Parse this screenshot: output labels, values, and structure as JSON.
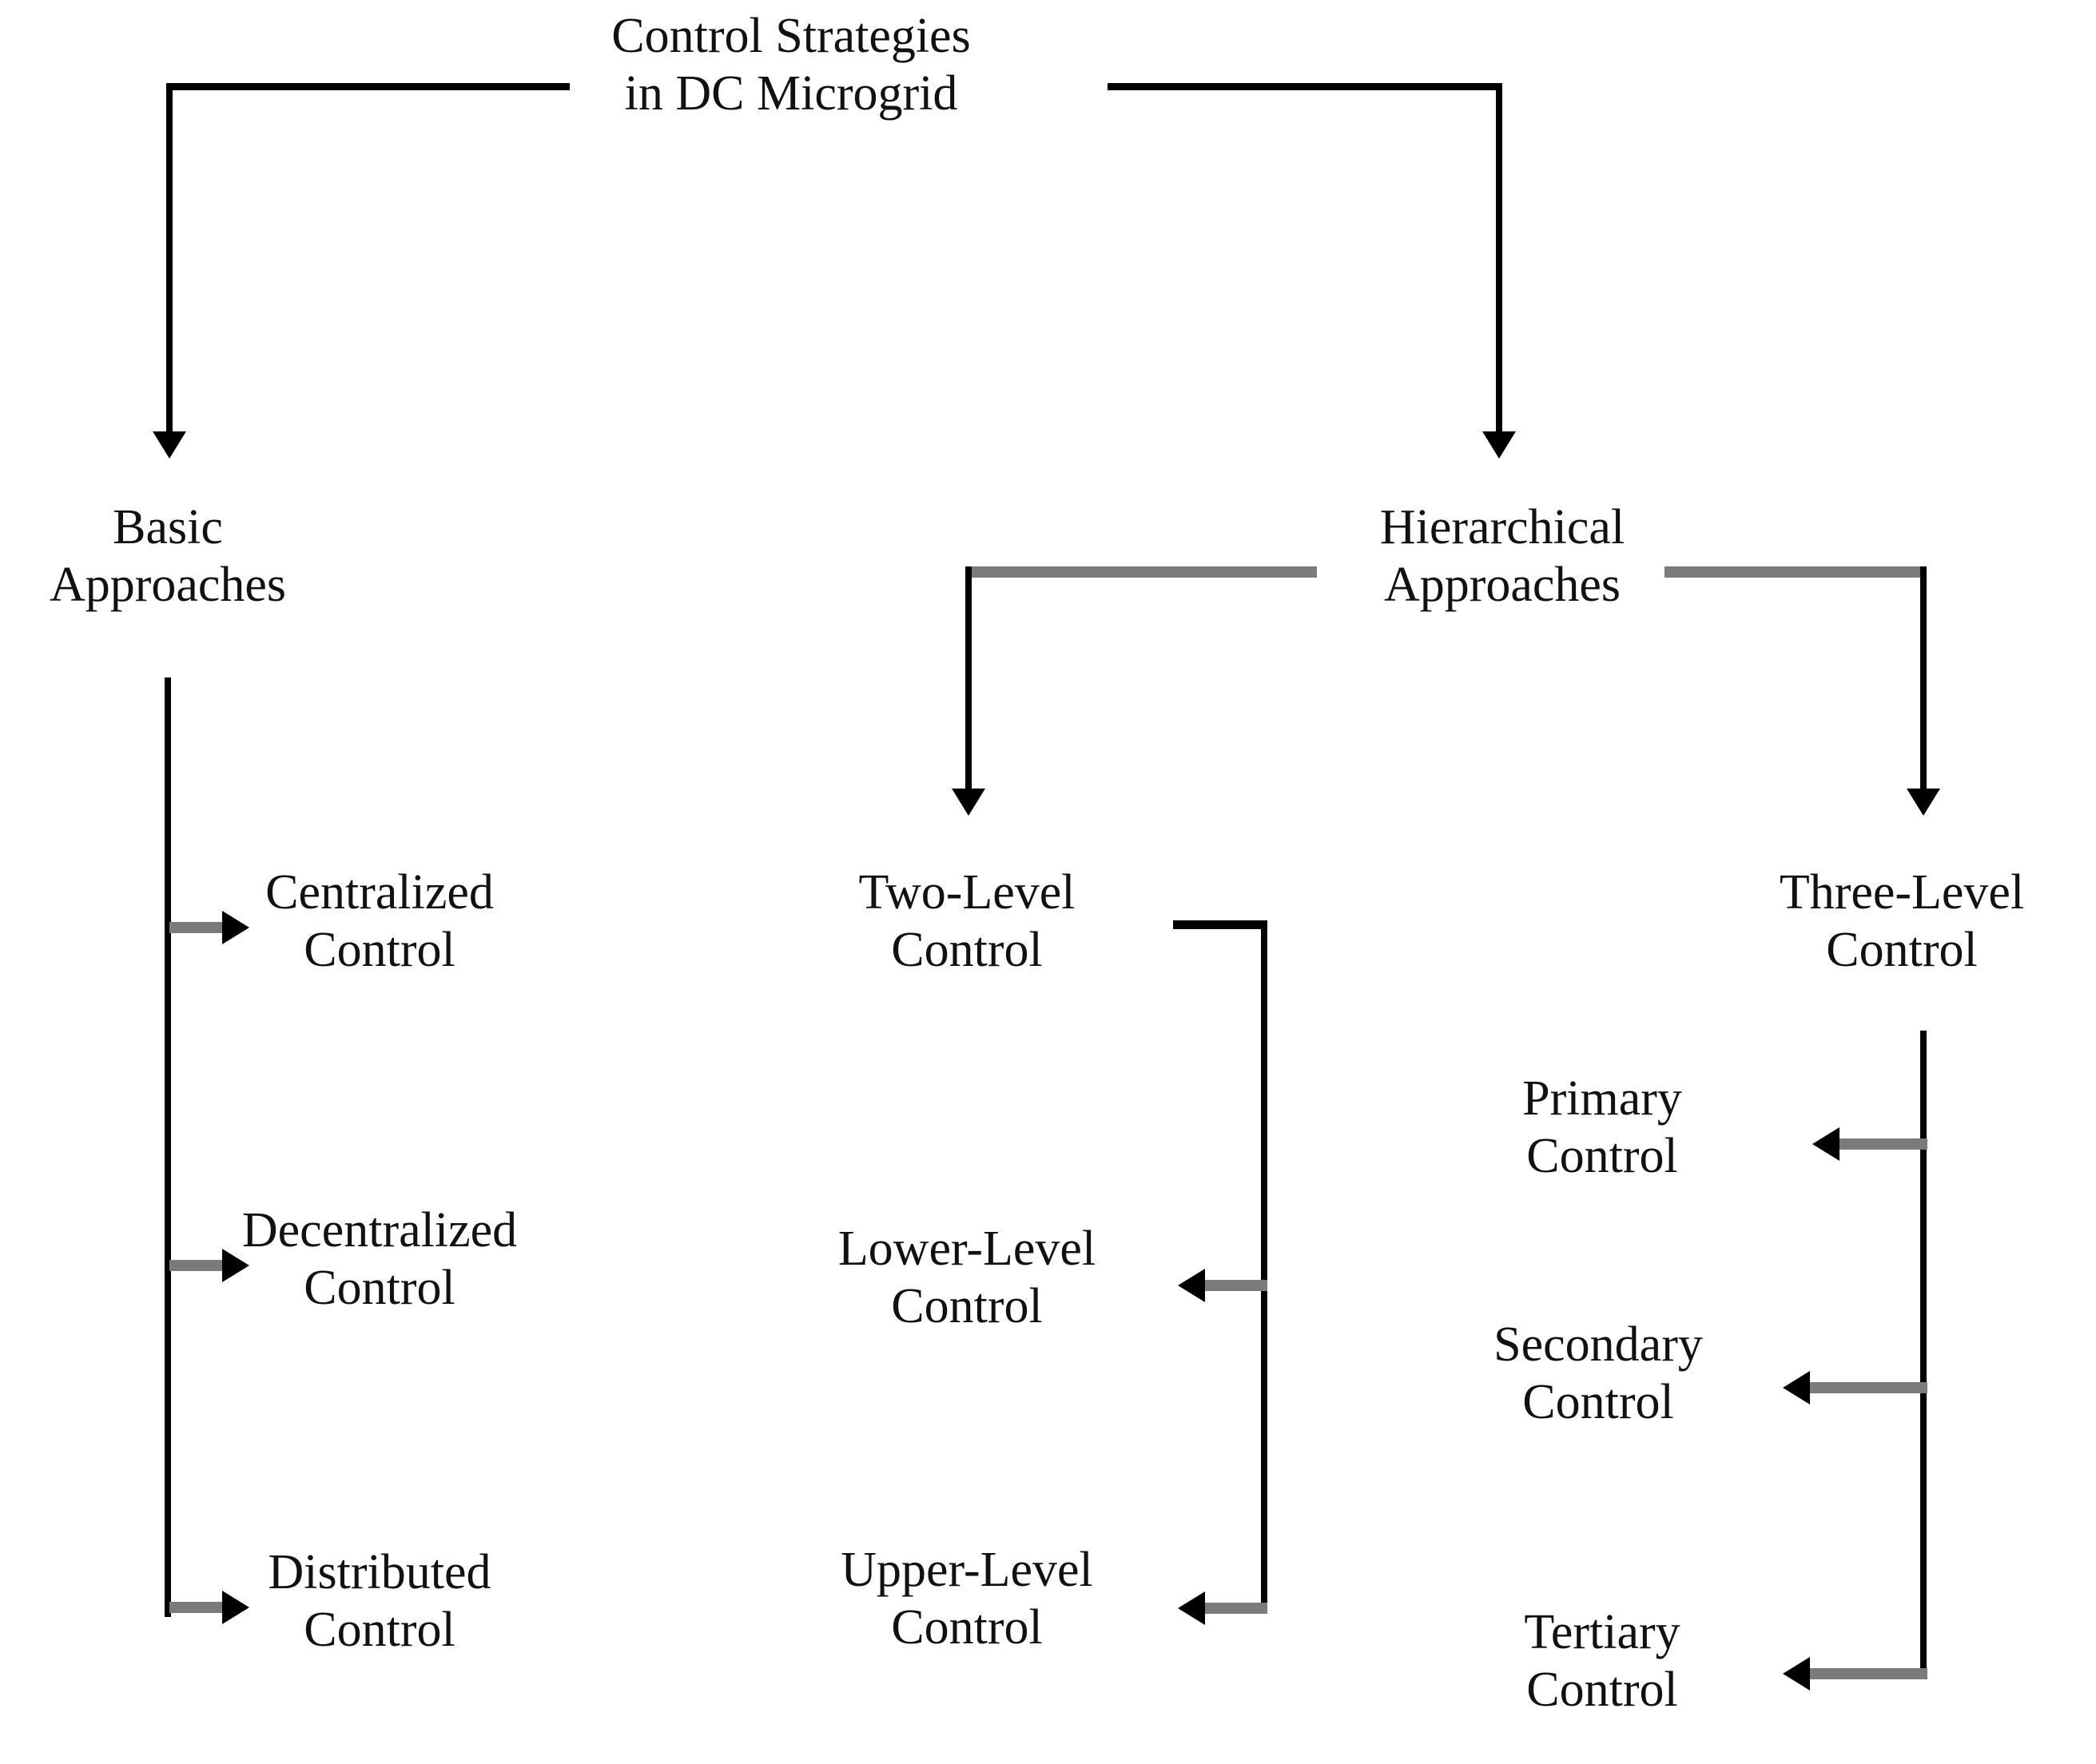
{
  "diagram": {
    "type": "tree-hierarchy-diagram",
    "colors": {
      "background": "#ffffff",
      "text": "#111111",
      "connector_black": "#000000",
      "connector_gray": "#7b7b7b"
    },
    "root": {
      "line1": "Control Strategies",
      "line2": "in DC Microgrid"
    },
    "branches": [
      {
        "id": "basic",
        "line1": "Basic",
        "line2": "Approaches",
        "children": [
          {
            "id": "centralized",
            "line1": "Centralized",
            "line2": "Control"
          },
          {
            "id": "decentralized",
            "line1": "Decentralized",
            "line2": "Control"
          },
          {
            "id": "distributed",
            "line1": "Distributed",
            "line2": "Control"
          }
        ]
      },
      {
        "id": "hierarchical",
        "line1": "Hierarchical",
        "line2": "Approaches",
        "children": [
          {
            "id": "two-level",
            "line1": "Two-Level",
            "line2": "Control",
            "children": [
              {
                "id": "lower-level",
                "line1": "Lower-Level",
                "line2": "Control"
              },
              {
                "id": "upper-level",
                "line1": "Upper-Level",
                "line2": "Control"
              }
            ]
          },
          {
            "id": "three-level",
            "line1": "Three-Level",
            "line2": "Control",
            "children": [
              {
                "id": "primary",
                "line1": "Primary",
                "line2": "Control"
              },
              {
                "id": "secondary",
                "line1": "Secondary",
                "line2": "Control"
              },
              {
                "id": "tertiary",
                "line1": "Tertiary",
                "line2": "Control"
              }
            ]
          }
        ]
      }
    ]
  }
}
